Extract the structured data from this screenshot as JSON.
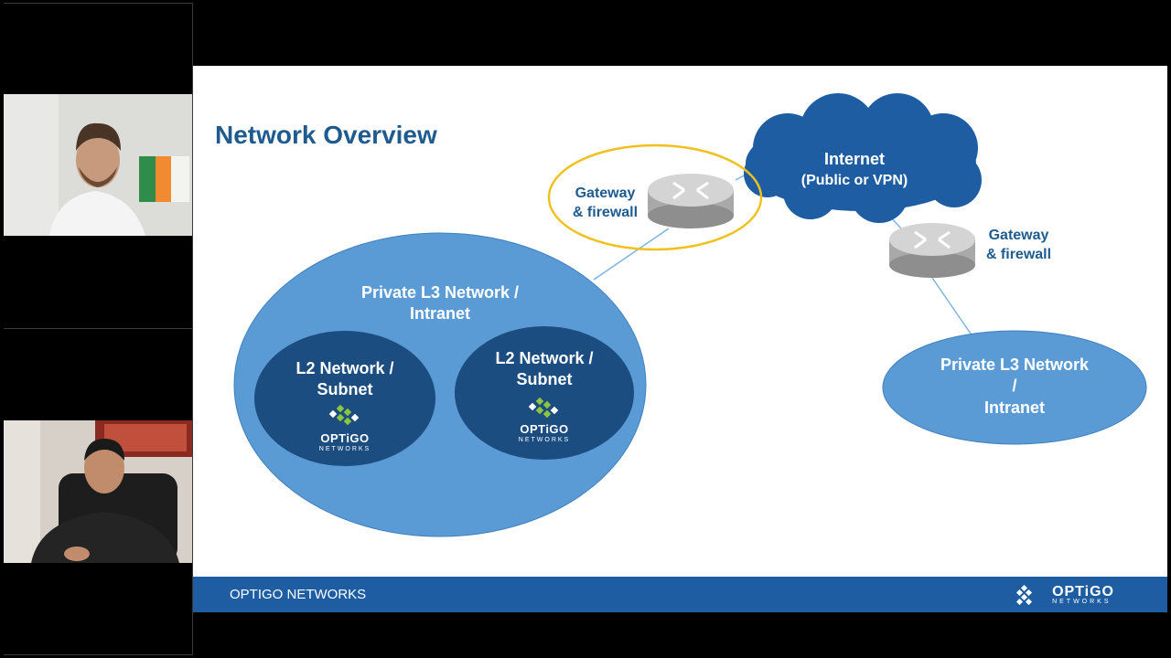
{
  "slide": {
    "title": "Network Overview",
    "internet_title": "Internet",
    "internet_subtitle": "(Public or VPN)",
    "gateway_left_line1": "Gateway",
    "gateway_left_line2": "& firewall",
    "gateway_right_line1": "Gateway",
    "gateway_right_line2": "& firewall",
    "private_left_line1": "Private L3 Network /",
    "private_left_line2": "Intranet",
    "subnet_a_line1": "L2 Network /",
    "subnet_a_line2": "Subnet",
    "subnet_b_line1": "L2 Network /",
    "subnet_b_line2": "Subnet",
    "private_right_line1": "Private L3 Network",
    "private_right_line2": "/",
    "private_right_line3": "Intranet",
    "logo_word": "OPTiGO",
    "logo_sub": "NETWORKS"
  },
  "footer": {
    "company": "OPTIGO NETWORKS",
    "logo_word": "OPTiGO",
    "logo_sub": "NETWORKS"
  },
  "colors": {
    "title_blue": "#1f5b8f",
    "cloud_blue": "#1e5da2",
    "ellipse_blue": "#5b9bd5",
    "subnet_dark": "#1c4d80",
    "highlight_ring": "#f0c020",
    "footer_blue": "#1e5da2"
  },
  "participants": {
    "tile_1_icon": "person-video-icon",
    "tile_2_icon": "person-video-icon"
  }
}
